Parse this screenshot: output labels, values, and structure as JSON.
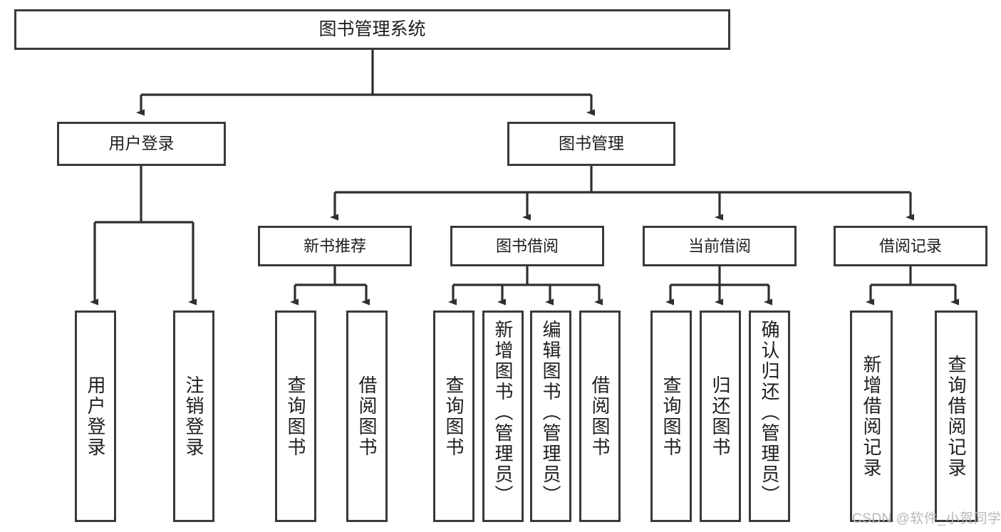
{
  "diagram": {
    "title": "图书管理系统",
    "root": {
      "label": "图书管理系统"
    },
    "level1": [
      {
        "label": "用户登录"
      },
      {
        "label": "图书管理"
      }
    ],
    "level2": [
      {
        "label": "新书推荐"
      },
      {
        "label": "图书借阅"
      },
      {
        "label": "当前借阅"
      },
      {
        "label": "借阅记录"
      }
    ],
    "leaves": {
      "user_login": [
        {
          "label": "用户登录"
        },
        {
          "label": "注销登录"
        }
      ],
      "new_book_recommend": [
        {
          "label": "查询图书"
        },
        {
          "label": "借阅图书"
        }
      ],
      "book_borrow": [
        {
          "label": "查询图书"
        },
        {
          "label": "新增图书（管理员）"
        },
        {
          "label": "编辑图书（管理员）"
        },
        {
          "label": "借阅图书"
        }
      ],
      "current_borrow": [
        {
          "label": "查询图书"
        },
        {
          "label": "归还图书"
        },
        {
          "label": "确认归还（管理员）"
        }
      ],
      "borrow_record": [
        {
          "label": "新增借阅记录"
        },
        {
          "label": "查询借阅记录"
        }
      ]
    }
  },
  "watermark": {
    "text": "CSDN @软件_小贺同学"
  },
  "colors": {
    "stroke": "#3a3a3a",
    "text": "#1e1e1e",
    "background": "#ffffff",
    "watermark": "#b9b9b9"
  }
}
